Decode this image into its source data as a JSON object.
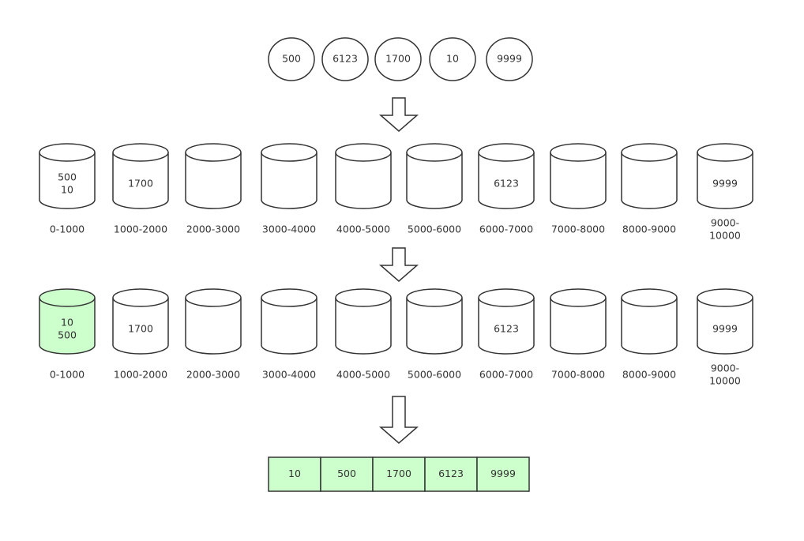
{
  "inputs": [
    "500",
    "6123",
    "1700",
    "10",
    "9999"
  ],
  "ranges": [
    "0-1000",
    "1000-2000",
    "2000-3000",
    "3000-4000",
    "4000-5000",
    "5000-6000",
    "6000-7000",
    "7000-8000",
    "8000-9000",
    "9000-\n10000"
  ],
  "buckets_scattered": [
    [
      "500",
      "10"
    ],
    [
      "1700"
    ],
    [],
    [],
    [],
    [],
    [
      "6123"
    ],
    [],
    [],
    [
      "9999"
    ]
  ],
  "buckets_sorted": [
    [
      "10",
      "500"
    ],
    [
      "1700"
    ],
    [],
    [],
    [],
    [],
    [
      "6123"
    ],
    [],
    [],
    [
      "9999"
    ]
  ],
  "highlighted_bucket": 0,
  "output": [
    "10",
    "500",
    "1700",
    "6123",
    "9999"
  ],
  "colors": {
    "stroke": "#333333",
    "fill": "#ffffff",
    "highlight": "#ccffcc",
    "text": "#333333"
  }
}
